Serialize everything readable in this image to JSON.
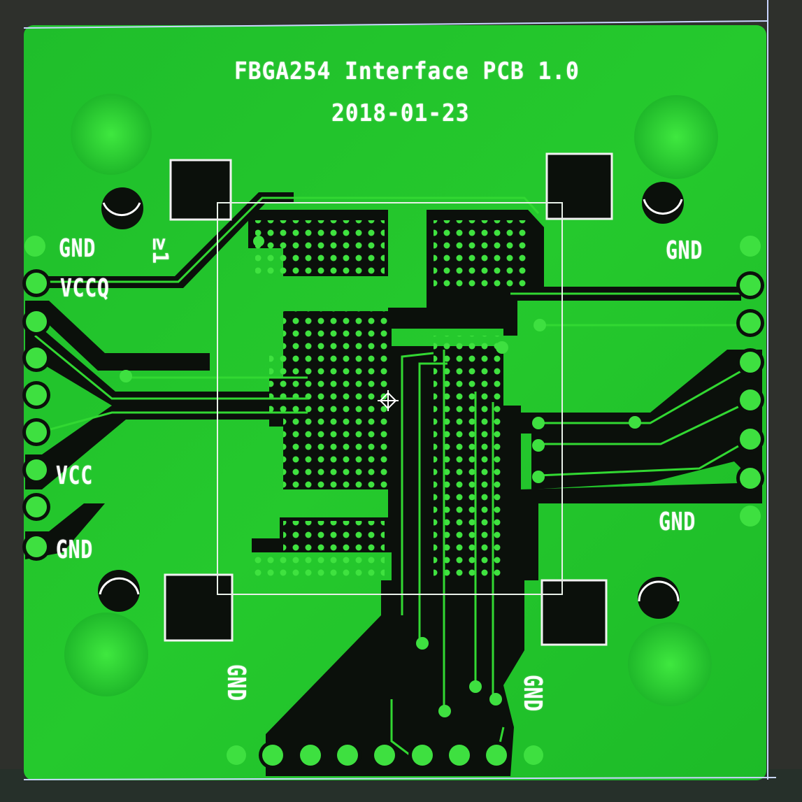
{
  "board": {
    "title": "FBGA254 Interface PCB 1.0",
    "date": "2018-01-23",
    "marker": "≥1"
  },
  "labels": {
    "gnd_top_left": "GND",
    "vccq": "VCCQ",
    "vcc": "VCC",
    "gnd_bottom_left": "GND",
    "gnd_top_right": "GND",
    "gnd_mid_right": "GND",
    "gnd_bottom_center": "GND",
    "gnd_bottom_right": "GND"
  },
  "colors": {
    "board_green": "#22c42a",
    "copper_dark": "#0a0f0a",
    "pad_green": "#3ee040",
    "silkscreen": "#ffffff",
    "frame": "#d8e2ff"
  }
}
